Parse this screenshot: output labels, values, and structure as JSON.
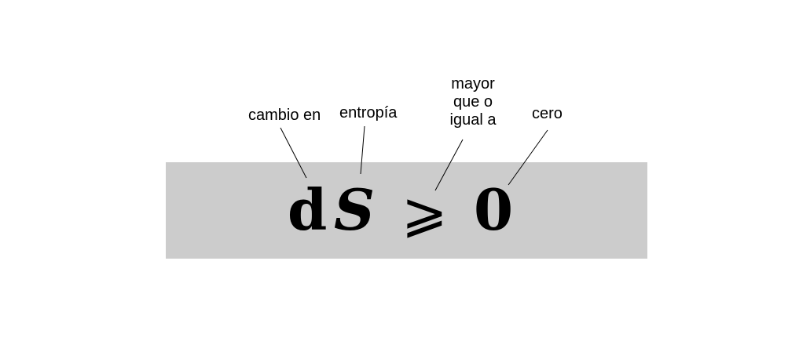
{
  "colors": {
    "band": "#cccccc",
    "background": "#ffffff",
    "ink": "#000000"
  },
  "formula": {
    "d": "d",
    "S": "S",
    "relation": "⩾",
    "zero": "0"
  },
  "labels": {
    "change_in": "cambio en",
    "entropy": "entropía",
    "greater_equal": "mayor que o igual a",
    "zero": "cero"
  }
}
